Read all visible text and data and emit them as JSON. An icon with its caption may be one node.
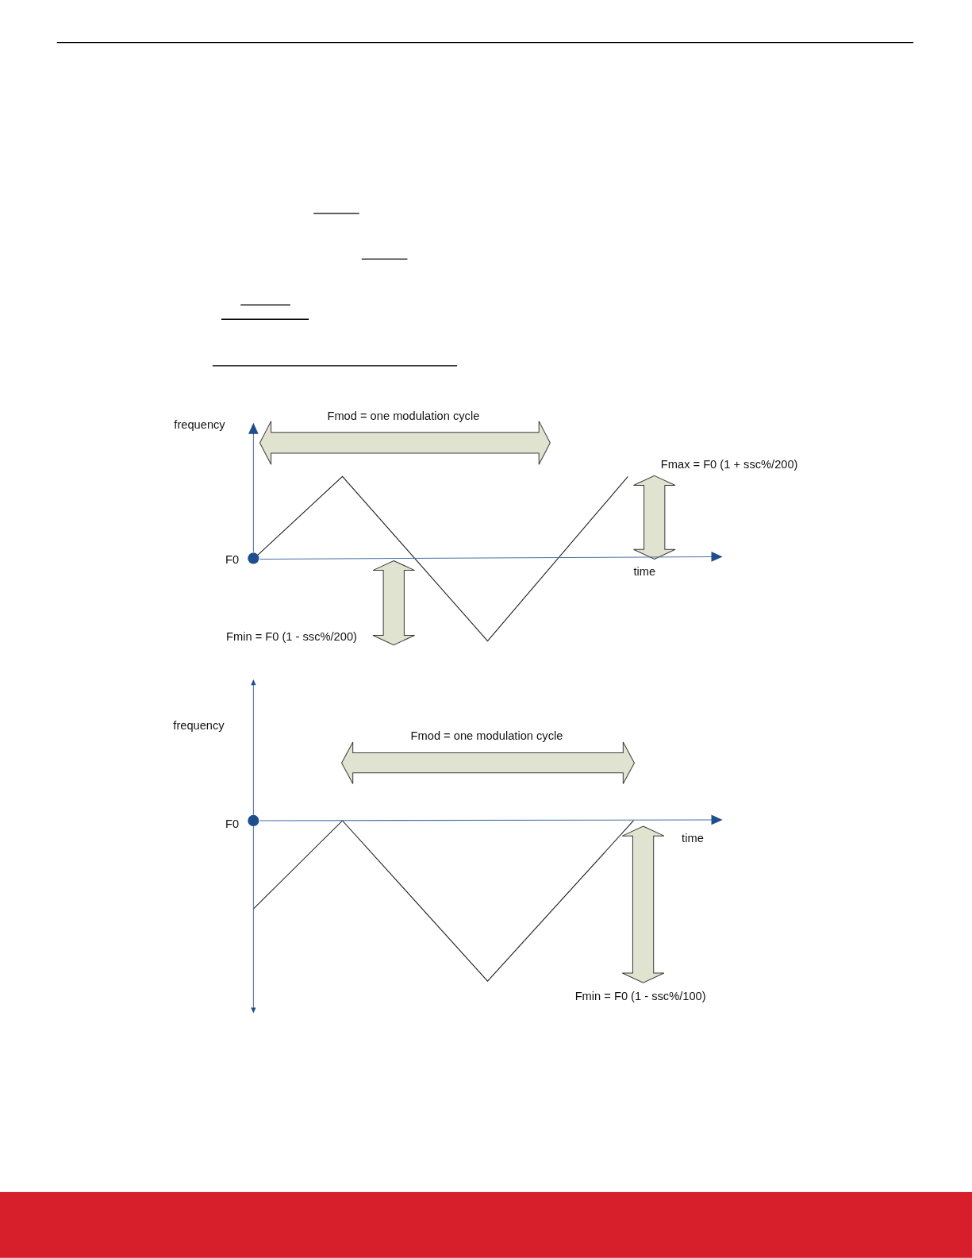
{
  "diagram": {
    "labels": [
      "Fmod = one modulation cycle",
      "frequency",
      "Fmax = F0 (1 + ssc%/200)",
      "F0",
      "time",
      "Fmin = F0 (1 - ssc%/200)",
      "frequency",
      "Fmod = one modulation cycle",
      "F0",
      "time",
      "Fmin = F0 (1 - ssc%/100)"
    ]
  }
}
